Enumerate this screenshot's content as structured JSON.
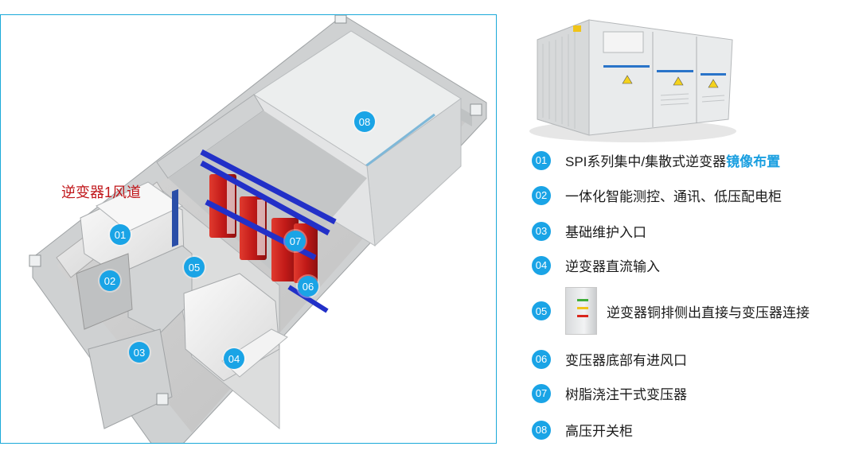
{
  "diagram": {
    "airduct_label": "逆变器1风道",
    "markers": [
      "01",
      "02",
      "03",
      "04",
      "05",
      "06",
      "07",
      "08"
    ]
  },
  "legend": {
    "items": [
      {
        "num": "01",
        "text": "SPI系列集中/集散式逆变器",
        "highlight": "镜像布置"
      },
      {
        "num": "02",
        "text": "一体化智能测控、通讯、低压配电柜"
      },
      {
        "num": "03",
        "text": "基础维护入口"
      },
      {
        "num": "04",
        "text": "逆变器直流输入"
      },
      {
        "num": "05",
        "text": "逆变器铜排侧出直接与变压器连接"
      },
      {
        "num": "06",
        "text": "变压器底部有进风口"
      },
      {
        "num": "07",
        "text": "树脂浇注干式变压器"
      },
      {
        "num": "08",
        "text": "高压开关柜"
      }
    ]
  },
  "colors": {
    "accent": "#1aa4e6",
    "frame": "#1aa9d9",
    "label_red": "#c0161a",
    "transformer": "#c8201e",
    "busbar": "#2230c8"
  }
}
